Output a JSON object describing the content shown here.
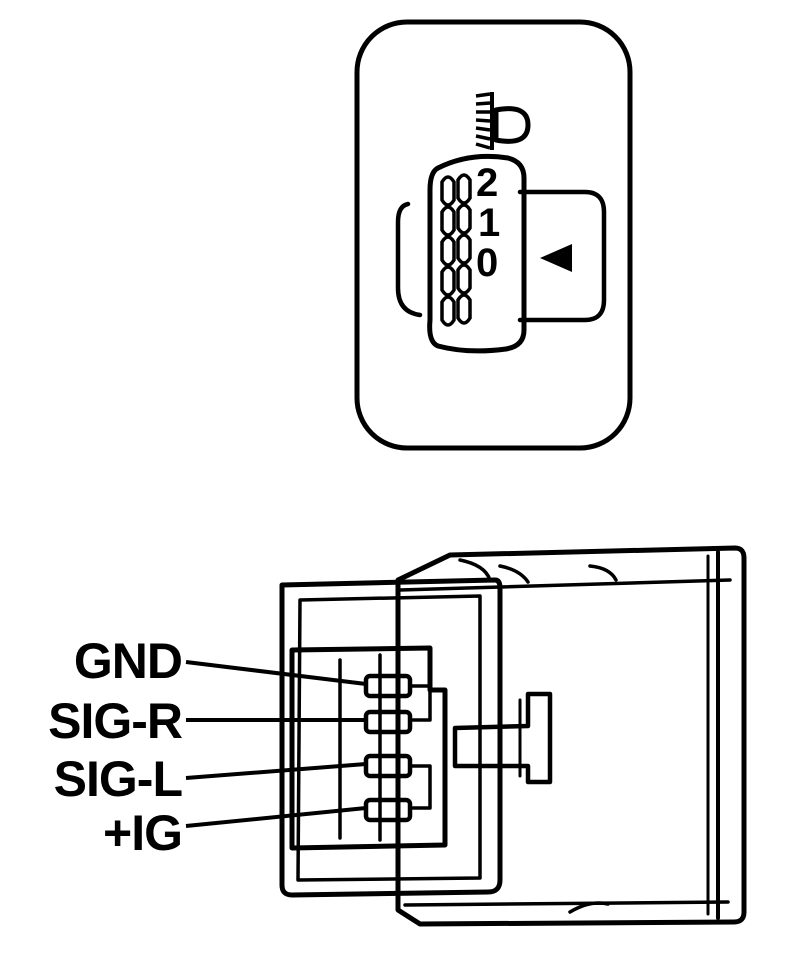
{
  "diagram": {
    "switch_face": {
      "icon": "headlight-leveling-icon",
      "dial_numbers": [
        "2",
        "1",
        "0"
      ],
      "indicator": "triangle-left"
    },
    "connector": {
      "pins": [
        {
          "label": "GND"
        },
        {
          "label": "SIG-R"
        },
        {
          "label": "SIG-L"
        },
        {
          "label": "+IG"
        }
      ]
    }
  },
  "colors": {
    "ink": "#000000",
    "paper": "#ffffff"
  }
}
